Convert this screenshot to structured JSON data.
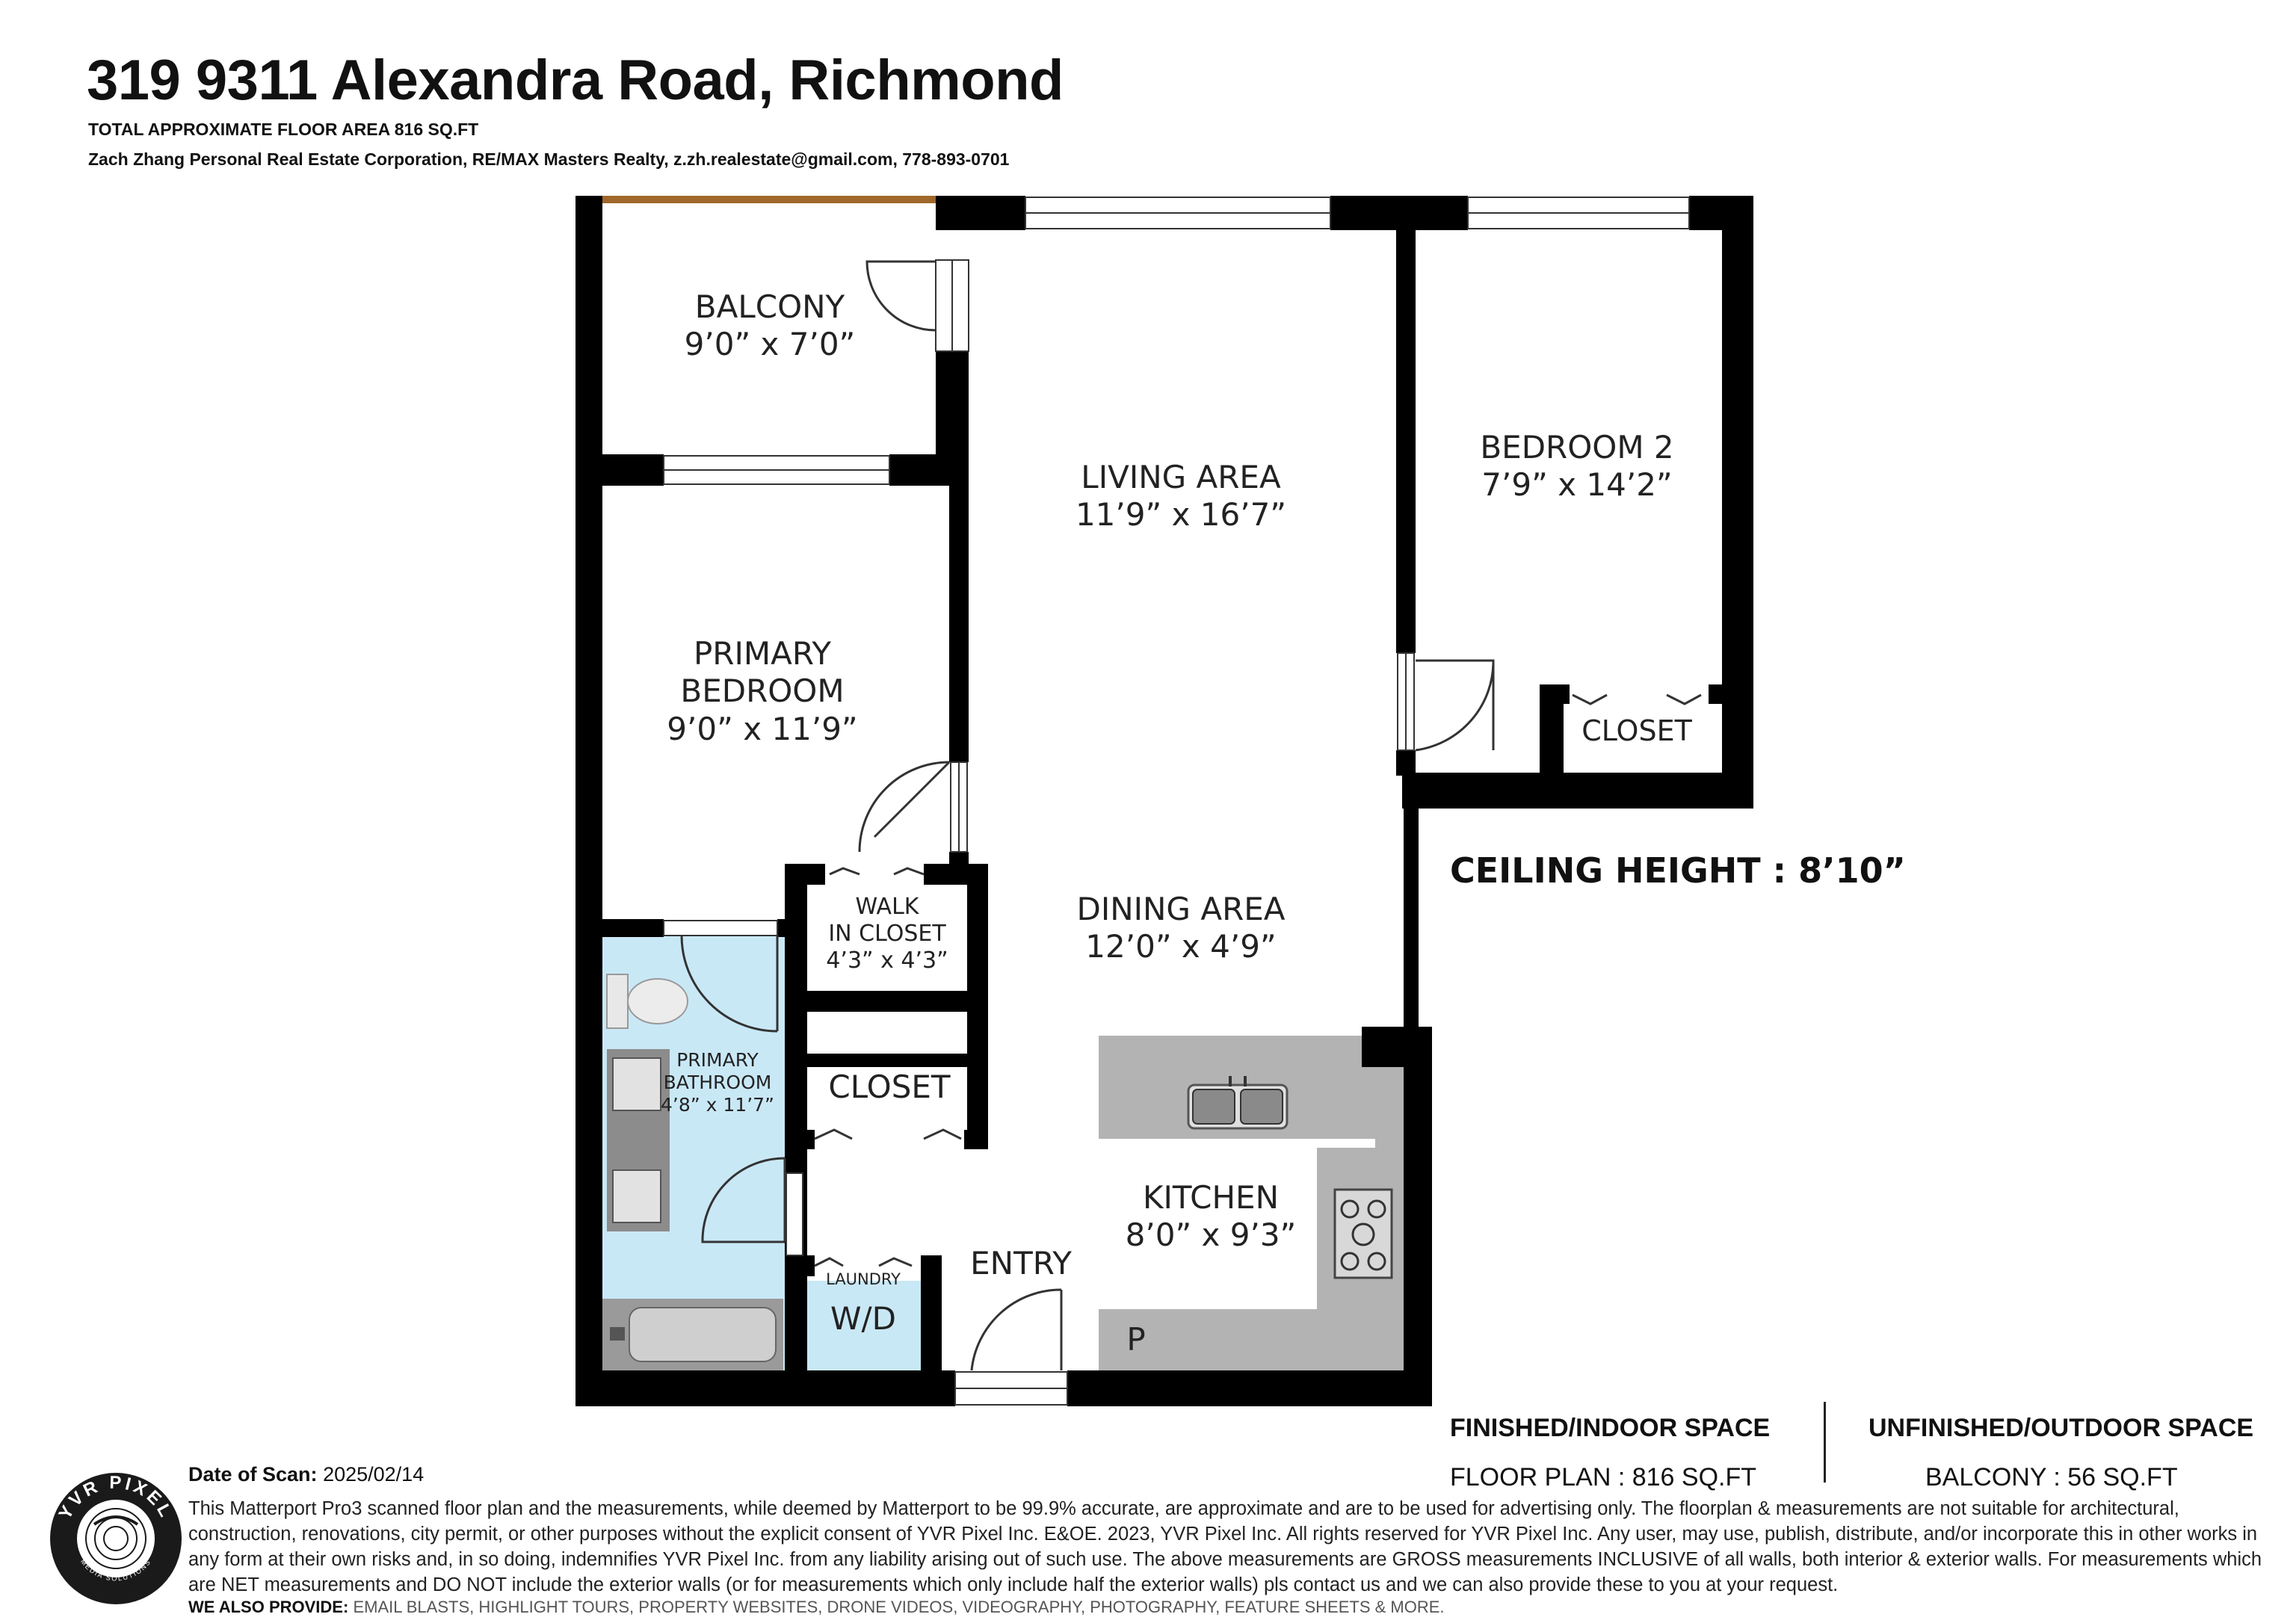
{
  "header": {
    "title": "319 9311 Alexandra Road, Richmond",
    "total_area": "TOTAL APPROXIMATE FLOOR AREA 816 SQ.FT",
    "agent": "Zach Zhang Personal Real Estate Corporation, RE/MAX Masters Realty, z.zh.realestate@gmail.com, 778-893-0701"
  },
  "rooms": {
    "balcony": {
      "name": "BALCONY",
      "dims": "9’0” x 7’0”"
    },
    "living": {
      "name": "LIVING AREA",
      "dims": "11’9” x 16’7”"
    },
    "bedroom2": {
      "name": "BEDROOM 2",
      "dims": "7’9” x 14’2”"
    },
    "closet_bed2": {
      "name": "CLOSET"
    },
    "primary_bedroom": {
      "name1": "PRIMARY",
      "name2": "BEDROOM",
      "dims": "9’0” x 11’9”"
    },
    "walk_in": {
      "name1": "WALK",
      "name2": "IN CLOSET",
      "dims": "4’3” x 4’3”"
    },
    "dining": {
      "name": "DINING AREA",
      "dims": "12’0” x 4’9”"
    },
    "primary_bath": {
      "name1": "PRIMARY",
      "name2": "BATHROOM",
      "dims": "4’8” x 11’7”"
    },
    "closet_hall": {
      "name": "CLOSET"
    },
    "kitchen": {
      "name": "KITCHEN",
      "dims": "8’0” x 9’3”"
    },
    "entry": {
      "name": "ENTRY"
    },
    "laundry": {
      "name": "LAUNDRY",
      "unit": "W/D"
    },
    "pantry": {
      "name": "P"
    }
  },
  "ceiling": "CEILING HEIGHT :  8’10”",
  "spaces": {
    "finished_head": "FINISHED/INDOOR SPACE",
    "finished_line": "FLOOR PLAN   :  816 SQ.FT",
    "unfinished_head": "UNFINISHED/OUTDOOR SPACE",
    "unfinished_line": "BALCONY   :   56 SQ.FT"
  },
  "footer": {
    "date_label": "Date of Scan:",
    "date_value": "2025/02/14",
    "disclaimer": "This Matterport Pro3 scanned floor plan and the measurements, while deemed by Matterport to be 99.9% accurate, are approximate and are to be used for advertising only. The floorplan & measurements are not suitable for architectural, construction, renovations, city permit, or other purposes without the explicit consent of YVR Pixel Inc. E&OE. 2023, YVR Pixel Inc. All rights reserved for YVR Pixel Inc. Any user, may use, publish, distribute, and/or incorporate this in other works in any form at their own risks and, in so doing, indemnifies YVR Pixel Inc. from any liability arising out of such use. The above measurements are GROSS measurements INCLUSIVE of all walls, both interior & exterior walls. For measurements which are NET measurements and DO NOT include the exterior walls (or for measurements which only include half the exterior walls) pls contact us and we can also provide these to you at your request.",
    "provide_label": "WE ALSO PROVIDE:",
    "provide_text": "EMAIL BLASTS, HIGHLIGHT TOURS, PROPERTY WEBSITES, DRONE VIDEOS, VIDEOGRAPHY, PHOTOGRAPHY, FEATURE SHEETS & MORE.",
    "logo_text": "YVR PIXEL",
    "logo_subtext": "MEDIA SOLUTIONS"
  }
}
